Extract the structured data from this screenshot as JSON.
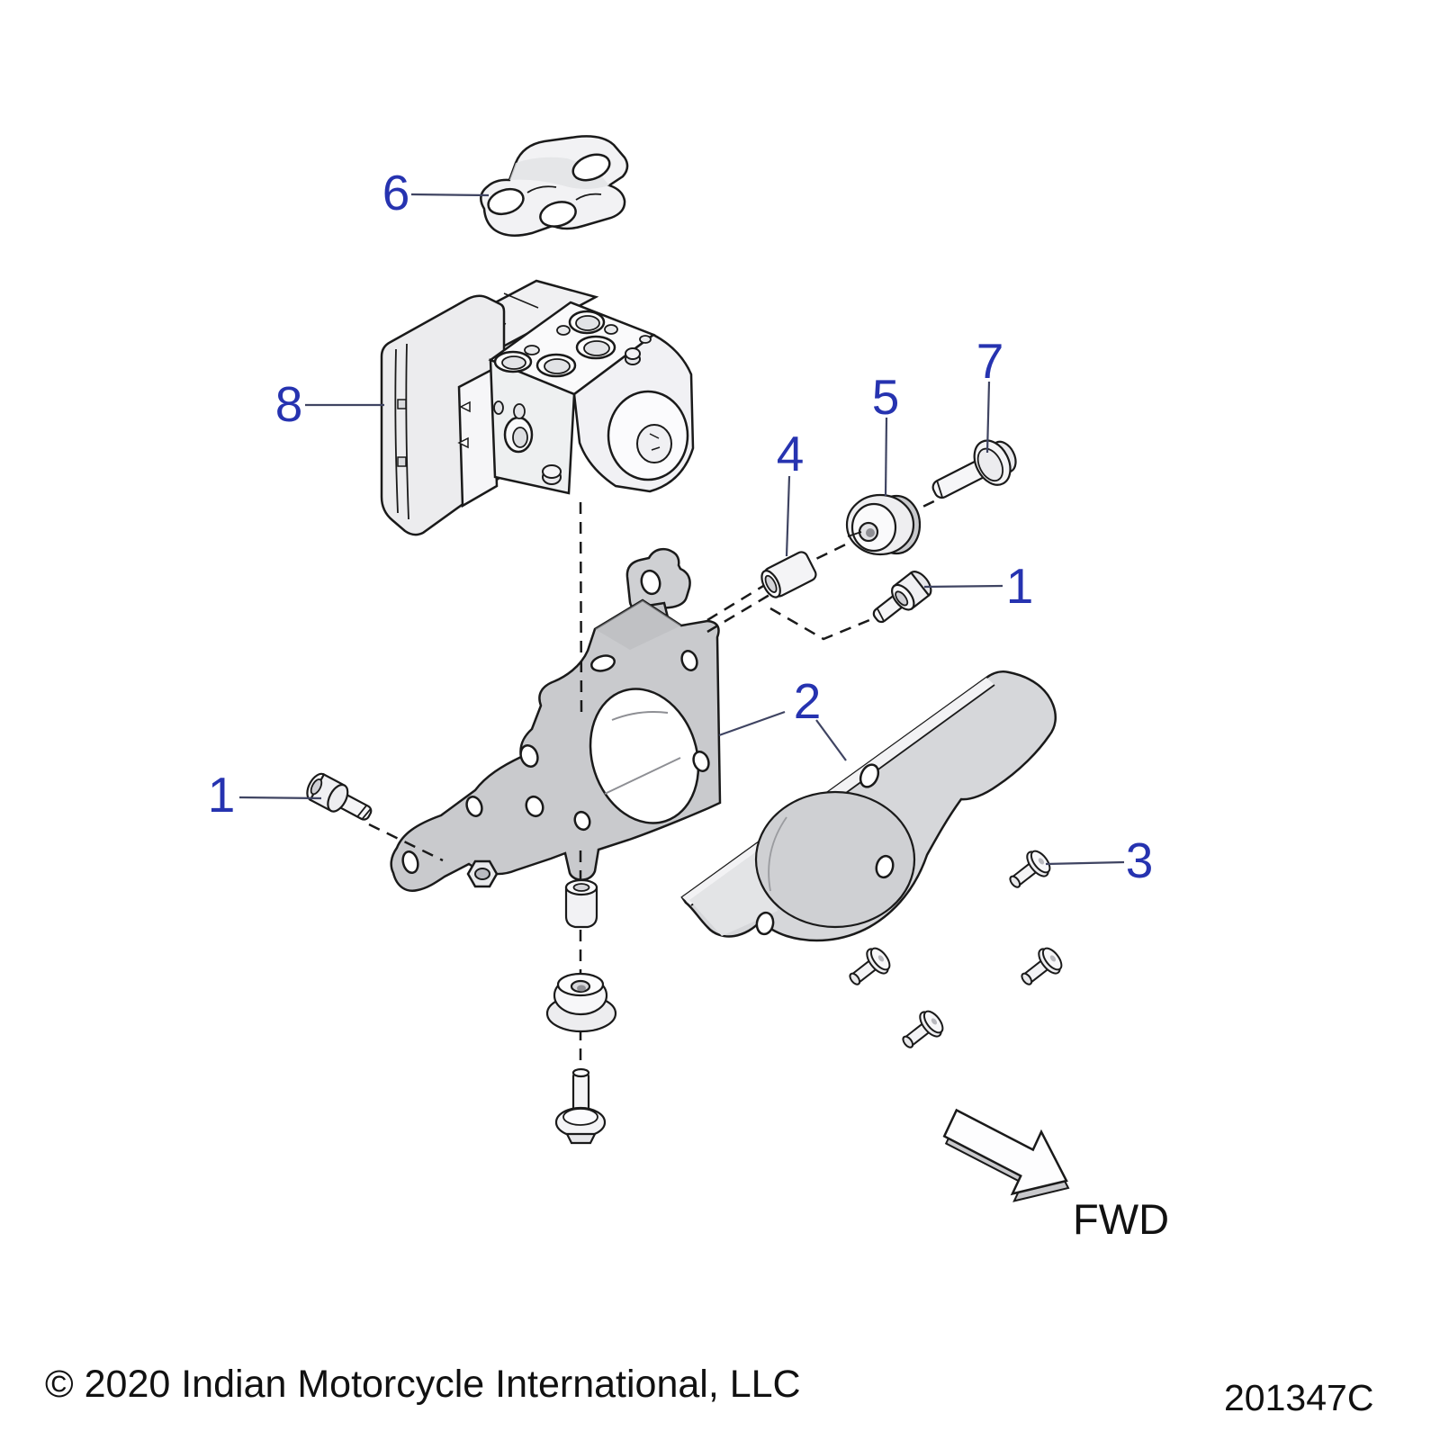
{
  "colors": {
    "callout_text": "#2633b0",
    "leader_line": "#3f4462",
    "part_outline": "#1a1a1a",
    "body_text": "#111111"
  },
  "callouts": {
    "c1_left": "1",
    "c1_right": "1",
    "c2": "2",
    "c3": "3",
    "c4": "4",
    "c5": "5",
    "c6": "6",
    "c7": "7",
    "c8": "8"
  },
  "direction_indicator": {
    "label": "FWD"
  },
  "footer": {
    "copyright": "© 2020 Indian Motorcycle International, LLC",
    "drawing_number": "201347C"
  }
}
